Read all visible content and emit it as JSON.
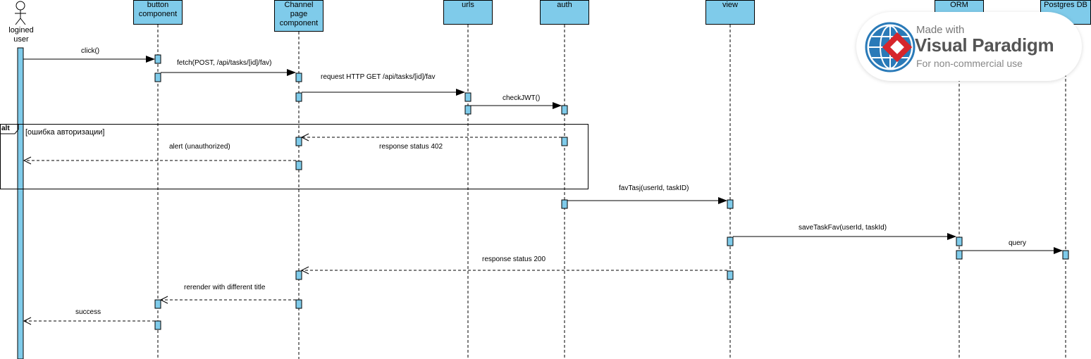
{
  "actor": {
    "name": "logined\nuser"
  },
  "lifelines": [
    {
      "id": "button",
      "label": "button\ncomponent"
    },
    {
      "id": "channel",
      "label": "Channel\npage\ncomponent"
    },
    {
      "id": "urls",
      "label": "urls"
    },
    {
      "id": "auth",
      "label": "auth"
    },
    {
      "id": "view",
      "label": "view"
    },
    {
      "id": "orm",
      "label": "ORM"
    },
    {
      "id": "db",
      "label": "Postgres DB"
    }
  ],
  "messages": [
    {
      "label": "click()",
      "from": "actor",
      "to": "button",
      "kind": "sync"
    },
    {
      "label": "fetch(POST, /api/tasks/[id]/fav)",
      "from": "button",
      "to": "channel",
      "kind": "sync"
    },
    {
      "label": "request HTTP GET /api/tasks/[id]/fav",
      "from": "channel",
      "to": "urls",
      "kind": "sync"
    },
    {
      "label": "checkJWT()",
      "from": "urls",
      "to": "auth",
      "kind": "sync"
    },
    {
      "label": "response status 402",
      "from": "auth",
      "to": "channel",
      "kind": "return"
    },
    {
      "label": "alert (unauthorized)",
      "from": "channel",
      "to": "actor",
      "kind": "return"
    },
    {
      "label": "favTasj(userId, taskID)",
      "from": "auth",
      "to": "view",
      "kind": "sync"
    },
    {
      "label": "saveTaskFav(userId, taskId)",
      "from": "view",
      "to": "orm",
      "kind": "sync"
    },
    {
      "label": "query",
      "from": "orm",
      "to": "db",
      "kind": "sync"
    },
    {
      "label": "response status 200",
      "from": "view",
      "to": "channel",
      "kind": "return"
    },
    {
      "label": "rerender with different title",
      "from": "channel",
      "to": "button",
      "kind": "return"
    },
    {
      "label": "success",
      "from": "button",
      "to": "actor",
      "kind": "return"
    }
  ],
  "fragment": {
    "operator": "alt",
    "guard": "[ошибка авторизации]"
  },
  "watermark": {
    "line1": "Made with",
    "line2": "Visual Paradigm",
    "line3": "For non-commercial use"
  },
  "colors": {
    "lifeline_fill": "#7fcbea",
    "activation_fill": "#7fcbea",
    "watermark_red": "#d6262b",
    "watermark_blue": "#2a7ab8"
  }
}
